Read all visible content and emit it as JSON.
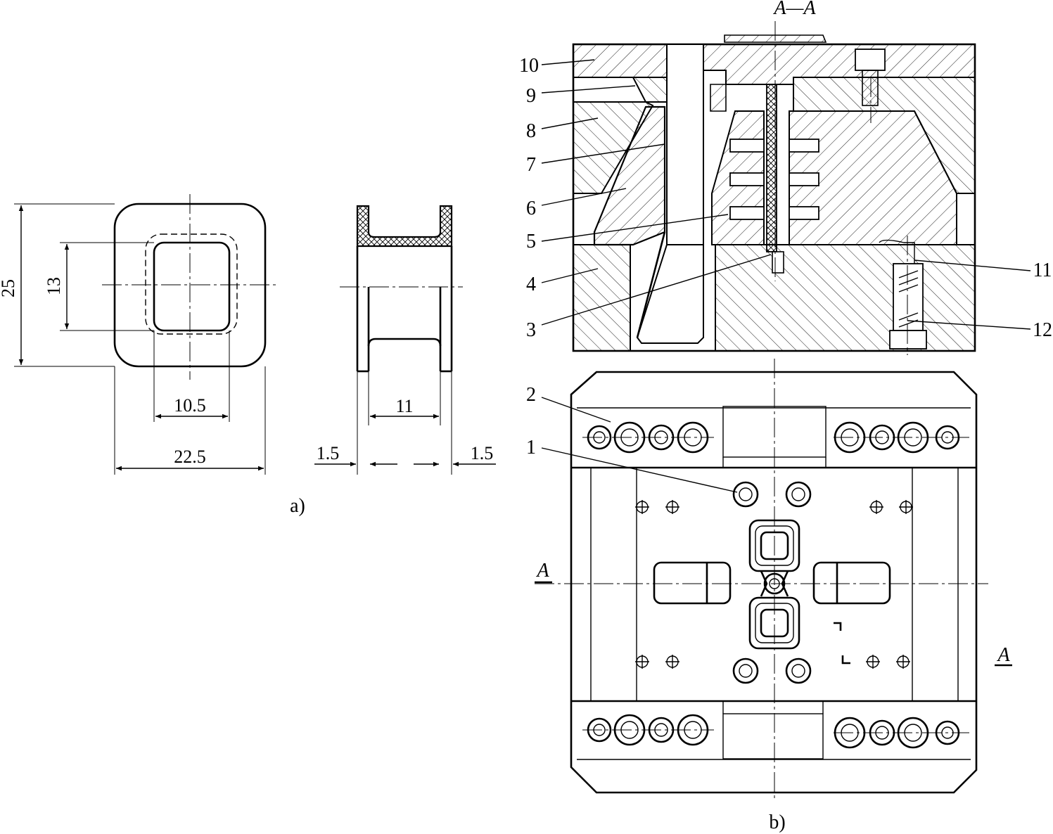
{
  "figure_a": {
    "caption": "a)",
    "front_view": {
      "dim_outer_height": "25",
      "dim_inner_height": "13",
      "dim_inner_width": "10.5",
      "dim_outer_width": "22.5"
    },
    "side_view": {
      "dim_inner_length": "11",
      "dim_left_flange": "1.5",
      "dim_right_flange": "1.5"
    }
  },
  "figure_b": {
    "caption": "b)",
    "section_title": "A—A",
    "section_mark_left": "A",
    "section_mark_right": "A",
    "part_labels": [
      "1",
      "2",
      "3",
      "4",
      "5",
      "6",
      "7",
      "8",
      "9",
      "10",
      "11",
      "12"
    ]
  }
}
